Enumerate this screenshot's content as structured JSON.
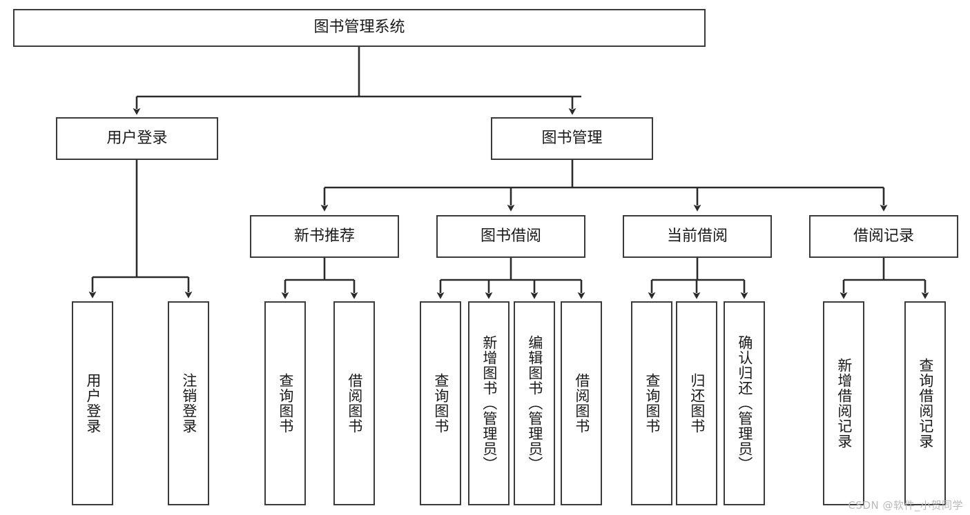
{
  "diagram": {
    "type": "tree-hierarchy",
    "title": "图书管理系统",
    "watermark": "CSDN @软件_小贺同学",
    "style": {
      "box_border_color": "#3a3a3a",
      "box_fill_color": "#ffffff",
      "edge_color": "#2b2b2b",
      "text_color": "#1a1a1a",
      "background": "#ffffff"
    },
    "nodes": {
      "root": {
        "label": "图书管理系统",
        "level": 0,
        "orientation": "horizontal"
      },
      "l1": [
        {
          "id": "user_login",
          "label": "用户登录",
          "orientation": "horizontal"
        },
        {
          "id": "book_manage",
          "label": "图书管理",
          "orientation": "horizontal"
        }
      ],
      "l2": [
        {
          "id": "new_book_rec",
          "label": "新书推荐",
          "orientation": "horizontal",
          "parent": "book_manage"
        },
        {
          "id": "book_borrow",
          "label": "图书借阅",
          "orientation": "horizontal",
          "parent": "book_manage"
        },
        {
          "id": "current_borrow",
          "label": "当前借阅",
          "orientation": "horizontal",
          "parent": "book_manage"
        },
        {
          "id": "borrow_record",
          "label": "借阅记录",
          "orientation": "horizontal",
          "parent": "book_manage"
        }
      ],
      "leaves": [
        {
          "id": "leaf_user_login",
          "label": "用户登录",
          "parent": "user_login",
          "orientation": "vertical"
        },
        {
          "id": "leaf_user_logout",
          "label": "注销登录",
          "parent": "user_login",
          "orientation": "vertical"
        },
        {
          "id": "leaf_query_book_1",
          "label": "查询图书",
          "parent": "new_book_rec",
          "orientation": "vertical"
        },
        {
          "id": "leaf_borrow_book_1",
          "label": "借阅图书",
          "parent": "new_book_rec",
          "orientation": "vertical"
        },
        {
          "id": "leaf_query_book_2",
          "label": "查询图书",
          "parent": "book_borrow",
          "orientation": "vertical"
        },
        {
          "id": "leaf_add_book",
          "label": "新增图书（管理员）",
          "parent": "book_borrow",
          "orientation": "vertical"
        },
        {
          "id": "leaf_edit_book",
          "label": "编辑图书（管理员）",
          "parent": "book_borrow",
          "orientation": "vertical"
        },
        {
          "id": "leaf_borrow_book_2",
          "label": "借阅图书",
          "parent": "book_borrow",
          "orientation": "vertical"
        },
        {
          "id": "leaf_query_book_3",
          "label": "查询图书",
          "parent": "current_borrow",
          "orientation": "vertical"
        },
        {
          "id": "leaf_return_book",
          "label": "归还图书",
          "parent": "current_borrow",
          "orientation": "vertical"
        },
        {
          "id": "leaf_confirm_return",
          "label": "确认归还（管理员）",
          "parent": "current_borrow",
          "orientation": "vertical"
        },
        {
          "id": "leaf_add_record",
          "label": "新增借阅记录",
          "parent": "borrow_record",
          "orientation": "vertical"
        },
        {
          "id": "leaf_query_record",
          "label": "查询借阅记录",
          "parent": "borrow_record",
          "orientation": "vertical"
        }
      ]
    }
  }
}
